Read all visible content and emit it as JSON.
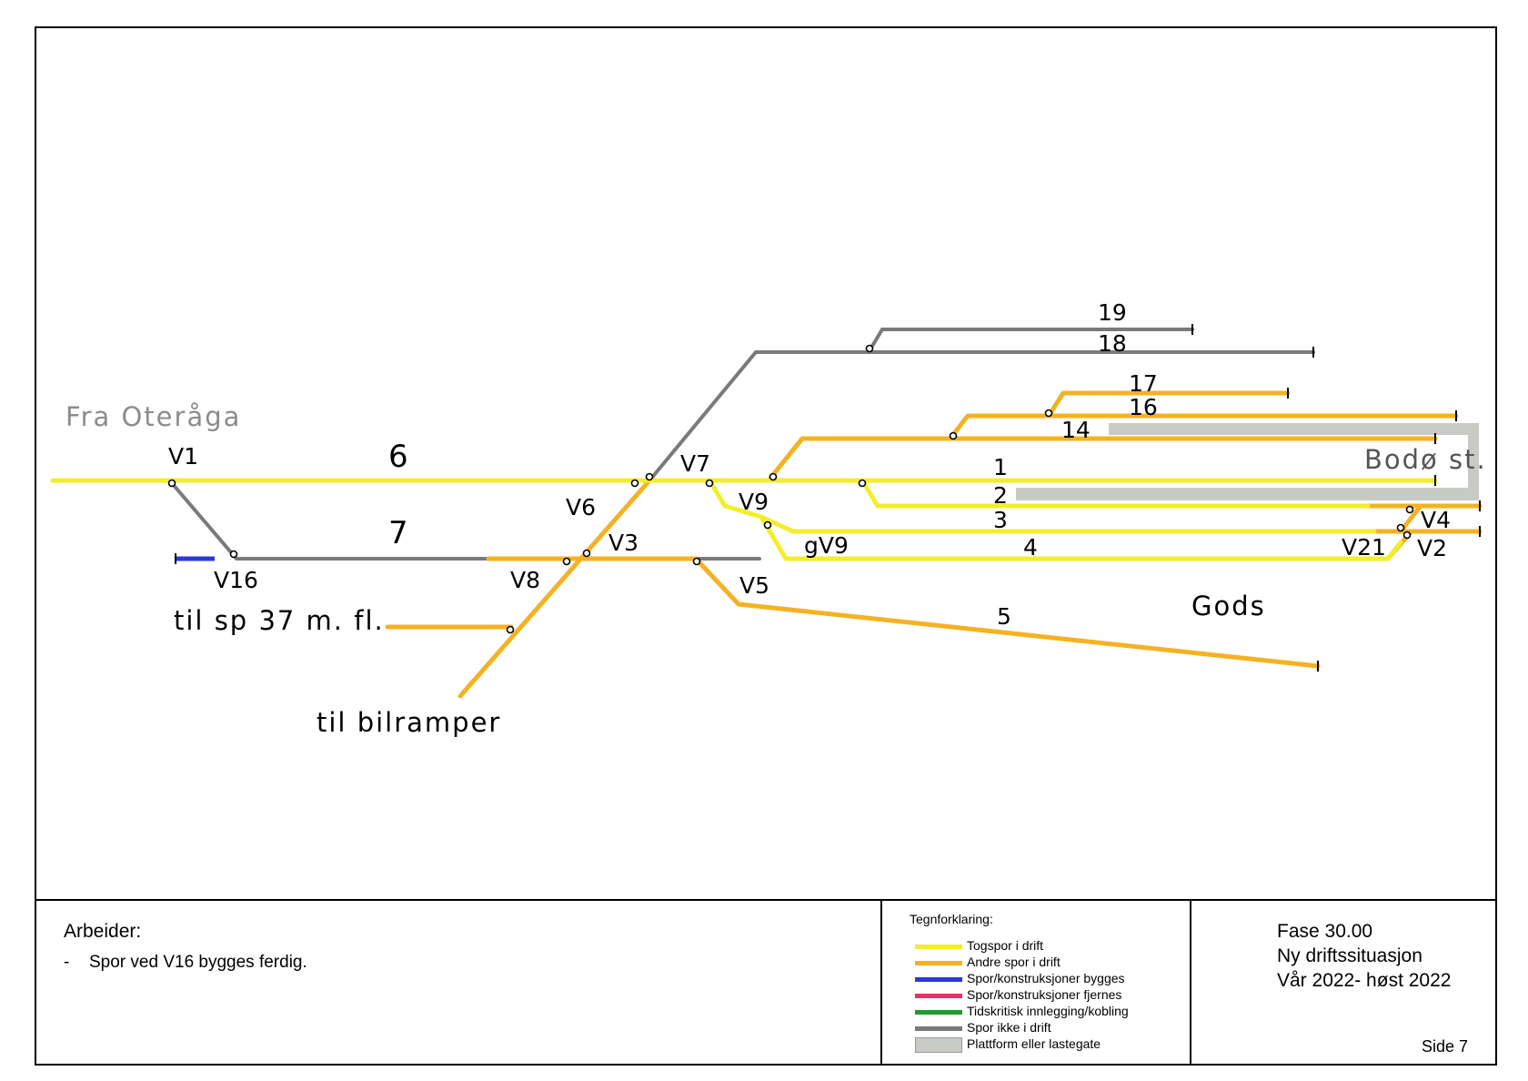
{
  "colors": {
    "train_track": "#f2ee2a",
    "other_track": "#f4b223",
    "under_construction": "#2b3ad6",
    "removed": "#e8316a",
    "time_critical": "#1d9b2e",
    "not_in_use": "#7a7a7a",
    "platform": "#c8cac6"
  },
  "diagram": {
    "origin_label": "Fra Oteråga",
    "station_label": "Bodø st.",
    "freight_label": "Gods",
    "branch_labels": {
      "sp37": "til sp 37 m. fl.",
      "bilramper": "til bilramper"
    },
    "track_numbers": {
      "t1": "1",
      "t2": "2",
      "t3": "3",
      "t4": "4",
      "t5": "5",
      "t6": "6",
      "t7": "7",
      "t14": "14",
      "t16": "16",
      "t17": "17",
      "t18": "18",
      "t19": "19"
    },
    "switches": {
      "v1": "V1",
      "v16": "V16",
      "v8": "V8",
      "v6": "V6",
      "v3": "V3",
      "v7": "V7",
      "v9": "V9",
      "gv9": "gV9",
      "v5": "V5",
      "v21": "V21",
      "v4": "V4",
      "v2": "V2"
    }
  },
  "footer": {
    "work_title": "Arbeider:",
    "work_items": [
      {
        "bullet": "-",
        "text": "Spor ved V16 bygges ferdig."
      }
    ],
    "legend_title": "Tegnforklaring:",
    "legend": [
      {
        "label": "Togspor i drift",
        "color": "#f2ee2a",
        "kind": "line"
      },
      {
        "label": "Andre spor i drift",
        "color": "#f4b223",
        "kind": "line"
      },
      {
        "label": "Spor/konstruksjoner bygges",
        "color": "#2b3ad6",
        "kind": "line"
      },
      {
        "label": "Spor/konstruksjoner fjernes",
        "color": "#e8316a",
        "kind": "line"
      },
      {
        "label": "Tidskritisk innlegging/kobling",
        "color": "#1d9b2e",
        "kind": "line"
      },
      {
        "label": "Spor ikke i drift",
        "color": "#7a7a7a",
        "kind": "line"
      },
      {
        "label": "Plattform eller lastegate",
        "color": "#c8cac6",
        "kind": "platform"
      }
    ],
    "phase": {
      "line1": "Fase 30.00",
      "line2": "Ny driftssituasjon",
      "line3": "Vår 2022- høst 2022"
    },
    "page": "Side 7"
  }
}
